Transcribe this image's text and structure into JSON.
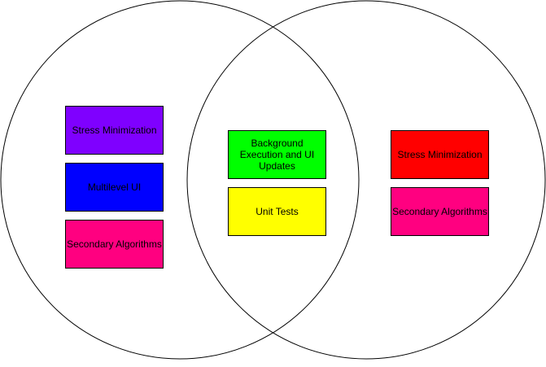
{
  "diagram": {
    "left_set": {
      "items": [
        {
          "label": "Stress Minimization",
          "color": "#7f00ff",
          "text_color": "#000000"
        },
        {
          "label": "Multilevel UI",
          "color": "#0000ff",
          "text_color": "#000000"
        },
        {
          "label": "Secondary Algorithms",
          "color": "#ff0080",
          "text_color": "#000000"
        }
      ]
    },
    "intersection": {
      "items": [
        {
          "label": "Background Execution and UI Updates",
          "color": "#00ff00",
          "text_color": "#000000"
        },
        {
          "label": "Unit Tests",
          "color": "#ffff00",
          "text_color": "#000000"
        }
      ]
    },
    "right_set": {
      "items": [
        {
          "label": "Stress Minimization",
          "color": "#ff0000",
          "text_color": "#000000"
        },
        {
          "label": "Secondary Algorithms",
          "color": "#ff0080",
          "text_color": "#000000"
        }
      ]
    },
    "circle_stroke": "#000000",
    "circle_fill": "#ffffff"
  }
}
